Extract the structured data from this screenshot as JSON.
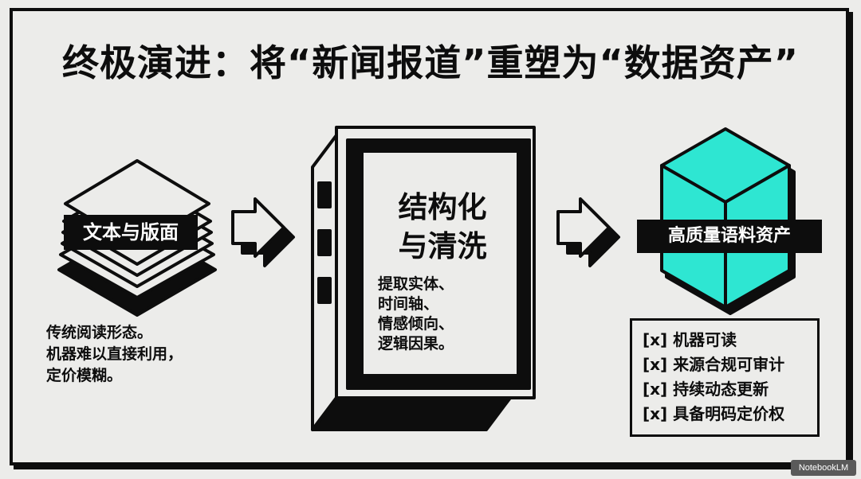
{
  "title": "终极演进：将“新闻报道”重塑为“数据资产”",
  "left": {
    "label": "文本与版面",
    "notes": [
      "传统阅读形态。",
      "机器难以直接利用，",
      "定价模糊。"
    ]
  },
  "middle": {
    "title_line1": "结构化",
    "title_line2": "与清洗",
    "desc": [
      "提取实体、",
      "时间轴、",
      "情感倾向、",
      "逻辑因果。"
    ]
  },
  "right": {
    "label": "高质量语料资产",
    "checklist": [
      "[x] 机器可读",
      "[x] 来源合规可审计",
      "[x] 持续动态更新",
      "[x] 具备明码定价权"
    ]
  },
  "colors": {
    "ink": "#0d0d0d",
    "paper": "#ececea",
    "cube": "#2ee6d2"
  },
  "watermark": "NotebookLM"
}
